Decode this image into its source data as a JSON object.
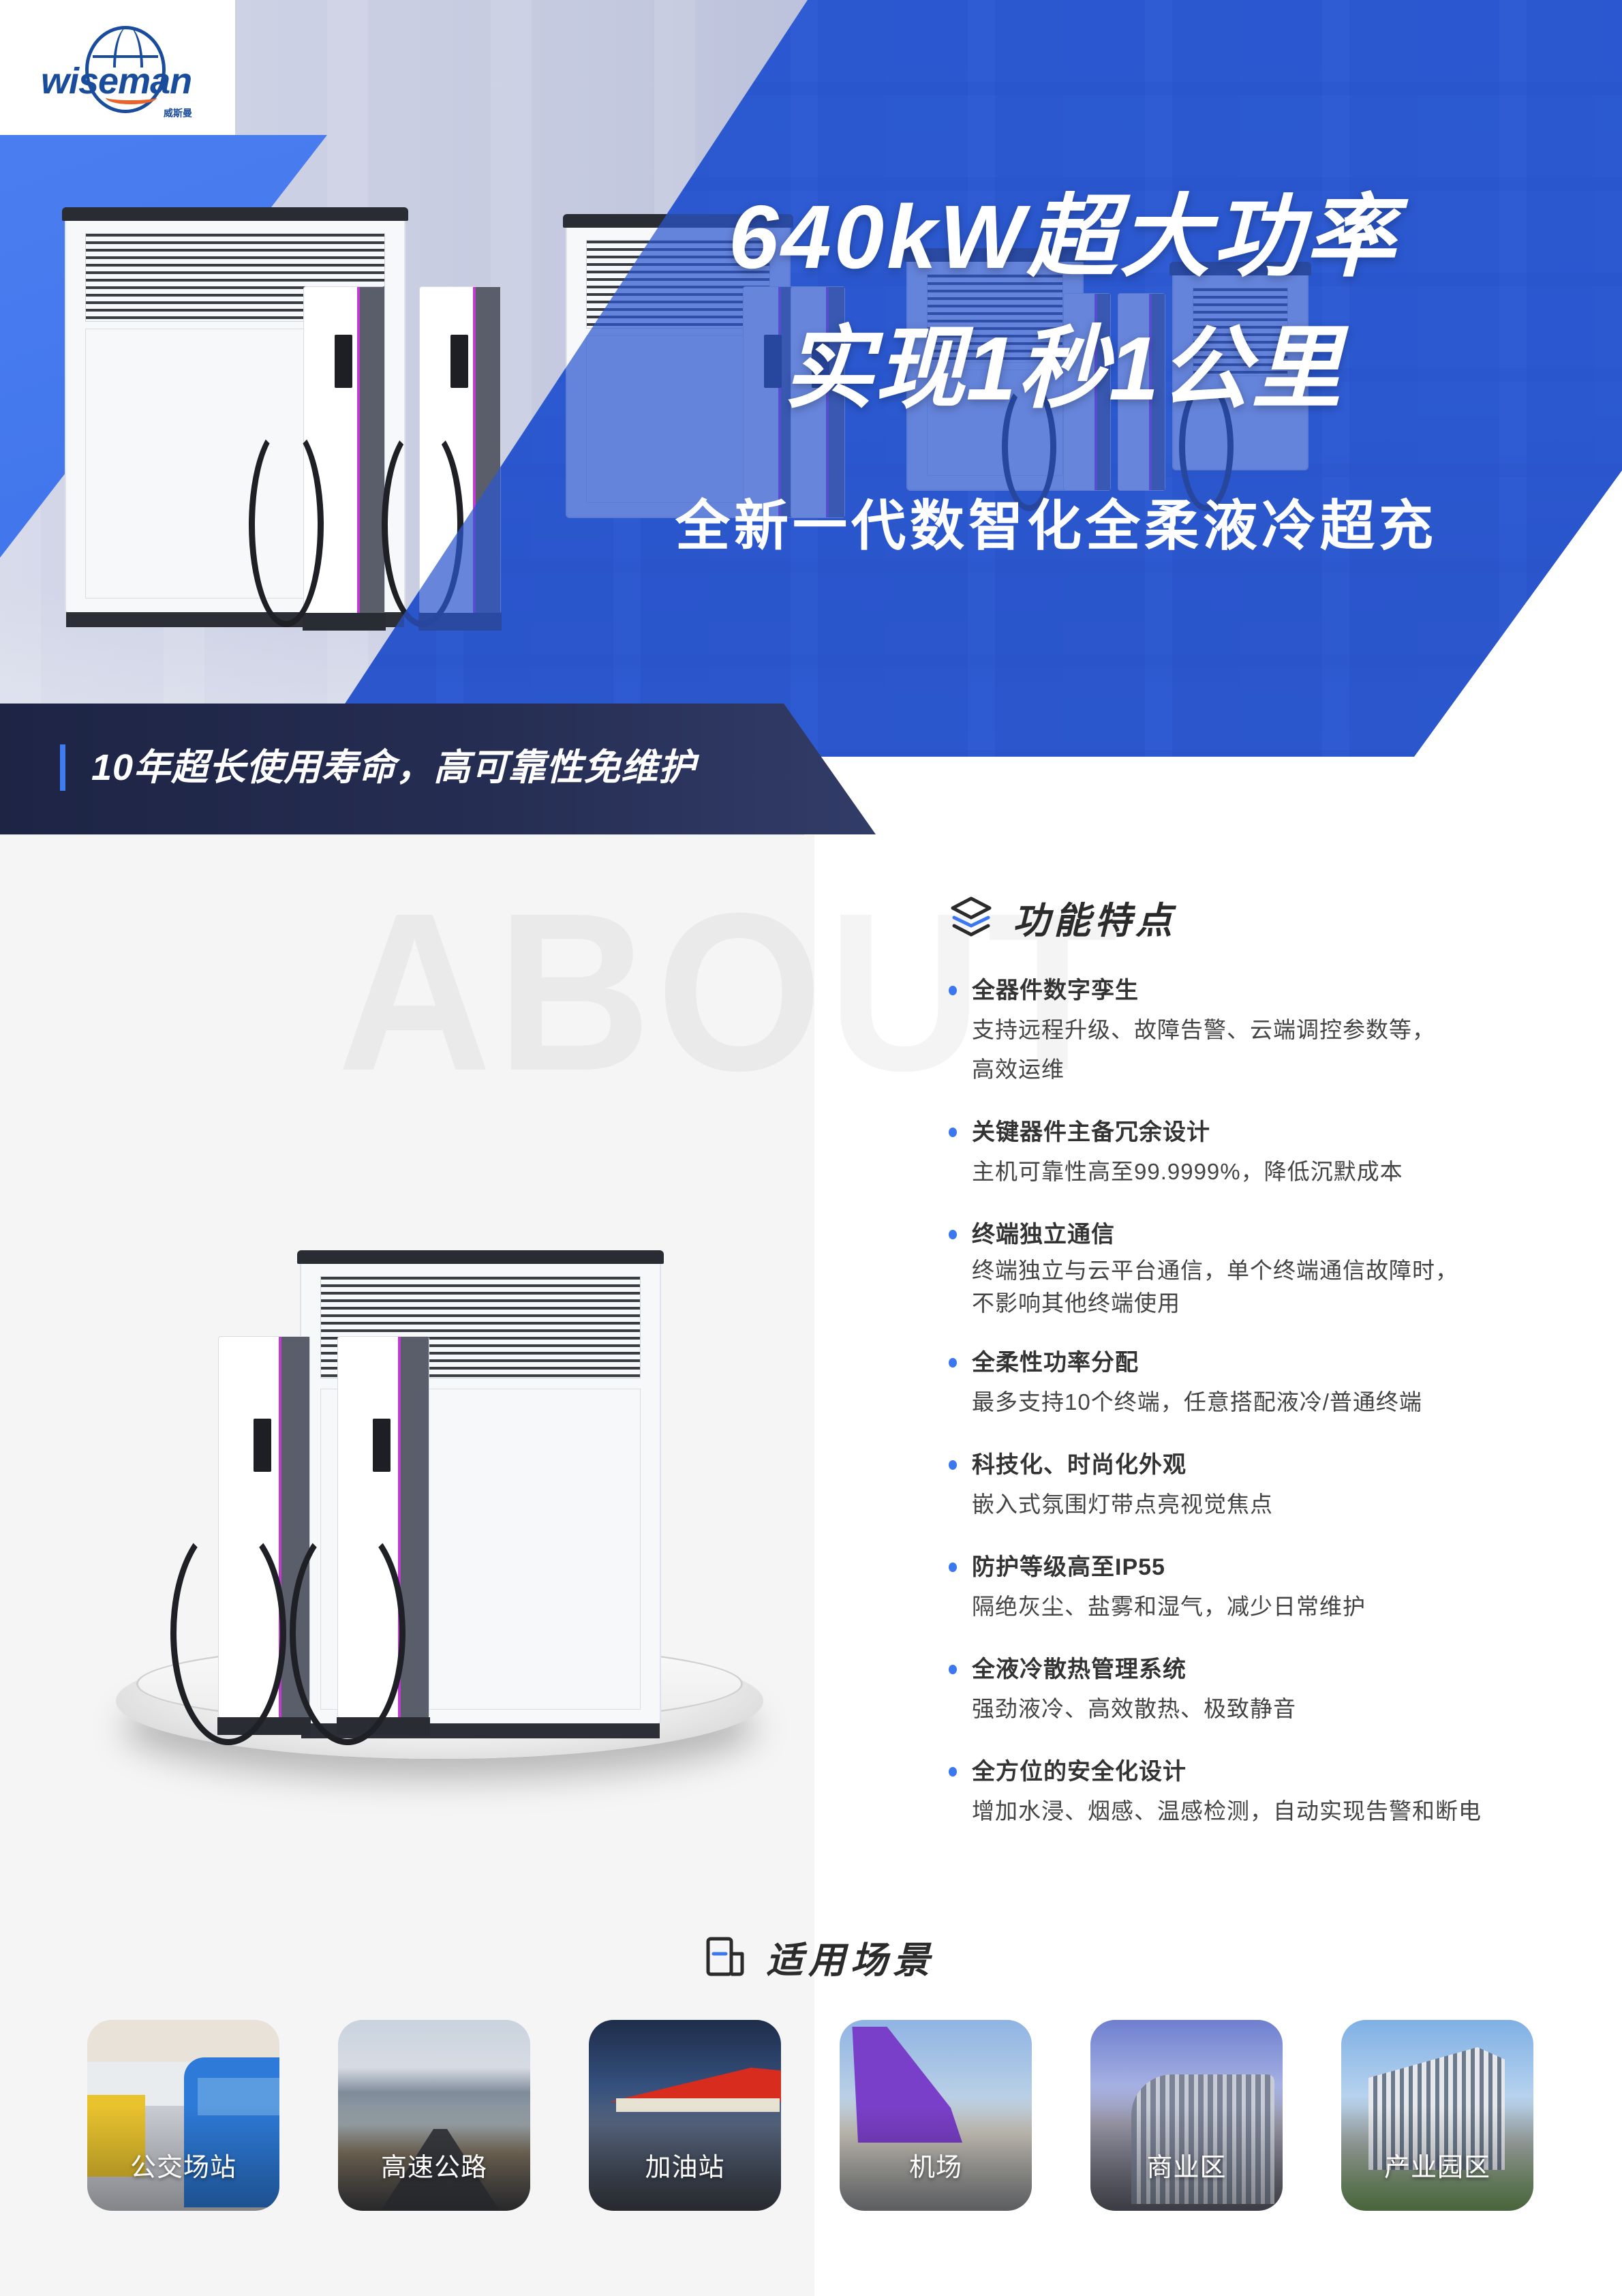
{
  "brand": {
    "name": "wiseman",
    "name_cn": "威斯曼",
    "colors": {
      "primary_blue": "#2e5fd6",
      "logo_blue": "#1a4c9c",
      "logo_orange": "#e8642c",
      "accent_bullet": "#3b78f0",
      "banner_dark": "#1d2444"
    }
  },
  "hero": {
    "headline_line1": "640kW超大功率",
    "headline_line2": "实现1秒1公里",
    "subheadline": "全新一代数智化全柔液冷超充",
    "banner": "10年超长使用寿命，高可靠性免维护"
  },
  "watermark": "ABOUT",
  "features": {
    "icon": "layers-icon",
    "title": "功能特点",
    "items": [
      {
        "title": "全器件数字孪生",
        "desc": [
          "支持远程升级、故障告警、云端调控参数等，",
          "高效运维"
        ]
      },
      {
        "title": "关键器件主备冗余设计",
        "desc": [
          "主机可靠性高至99.9999%，降低沉默成本"
        ]
      },
      {
        "title": "终端独立通信",
        "desc": [
          "终端独立与云平台通信，单个终端通信故障时，",
          "不影响其他终端使用"
        ]
      },
      {
        "title": "全柔性功率分配",
        "desc": [
          "最多支持10个终端，任意搭配液冷/普通终端"
        ]
      },
      {
        "title": "科技化、时尚化外观",
        "desc": [
          "嵌入式氛围灯带点亮视觉焦点"
        ]
      },
      {
        "title": "防护等级高至IP55",
        "desc": [
          "隔绝灰尘、盐雾和湿气，减少日常维护"
        ]
      },
      {
        "title": "全液冷散热管理系统",
        "desc": [
          "强劲液冷、高效散热、极致静音"
        ]
      },
      {
        "title": "全方位的安全化设计",
        "desc": [
          "增加水浸、烟感、温感检测，自动实现告警和断电"
        ]
      }
    ]
  },
  "scenarios": {
    "icon": "document-icon",
    "title": "适用场景",
    "items": [
      {
        "label": "公交场站",
        "image": "bus-depot"
      },
      {
        "label": "高速公路",
        "image": "highway"
      },
      {
        "label": "加油站",
        "image": "gas-station"
      },
      {
        "label": "机场",
        "image": "airport"
      },
      {
        "label": "商业区",
        "image": "commercial-district"
      },
      {
        "label": "产业园区",
        "image": "industrial-park"
      }
    ]
  }
}
